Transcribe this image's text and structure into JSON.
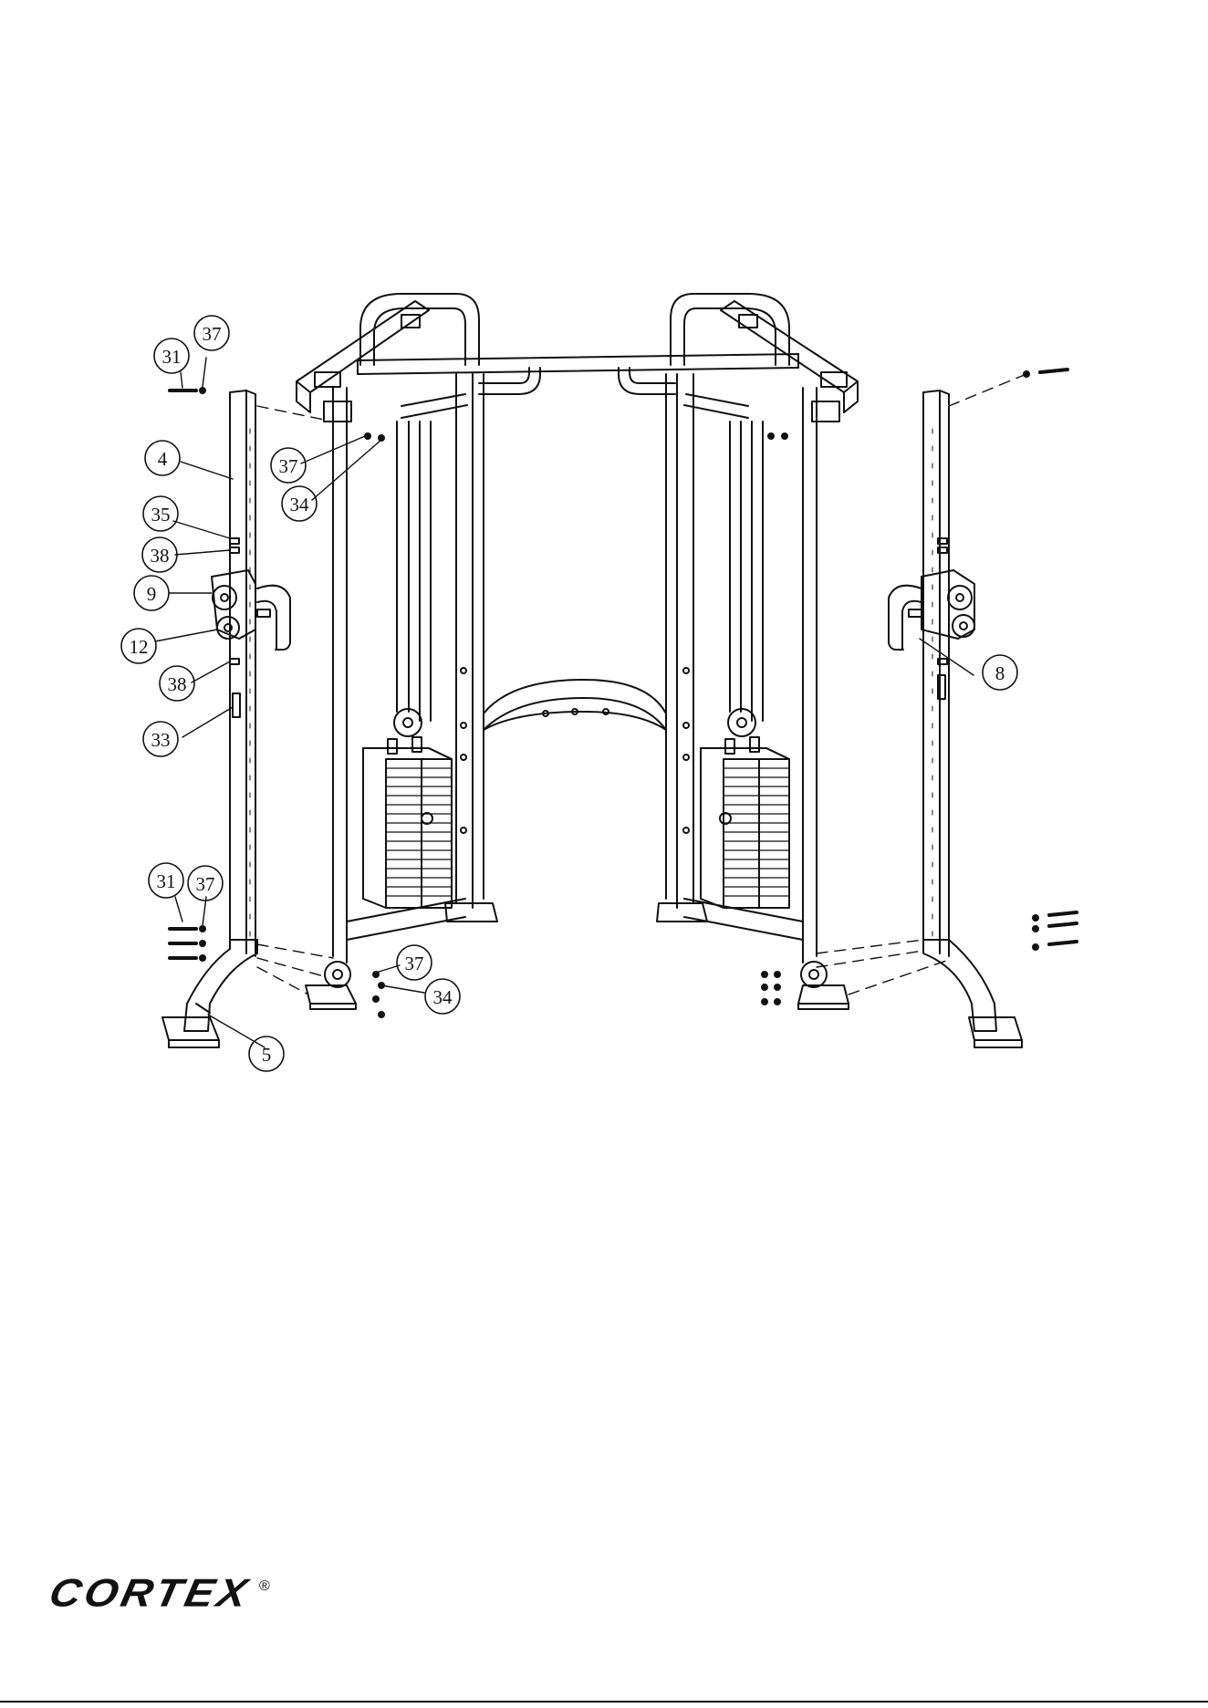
{
  "callouts": [
    {
      "id": "c31a",
      "label": "31"
    },
    {
      "id": "c37a",
      "label": "37"
    },
    {
      "id": "c4",
      "label": "4"
    },
    {
      "id": "c35",
      "label": "35"
    },
    {
      "id": "c38a",
      "label": "38"
    },
    {
      "id": "c9",
      "label": "9"
    },
    {
      "id": "c12",
      "label": "12"
    },
    {
      "id": "c38b",
      "label": "38"
    },
    {
      "id": "c33",
      "label": "33"
    },
    {
      "id": "c31b",
      "label": "31"
    },
    {
      "id": "c37b",
      "label": "37"
    },
    {
      "id": "c5",
      "label": "5"
    },
    {
      "id": "c37c",
      "label": "37"
    },
    {
      "id": "c34a",
      "label": "34"
    },
    {
      "id": "c37d",
      "label": "37"
    },
    {
      "id": "c34b",
      "label": "34"
    },
    {
      "id": "c8",
      "label": "8"
    }
  ],
  "brand": {
    "name": "CORTEX",
    "registered": "®"
  },
  "colors": {
    "line": "#111111",
    "background": "#ffffff"
  }
}
